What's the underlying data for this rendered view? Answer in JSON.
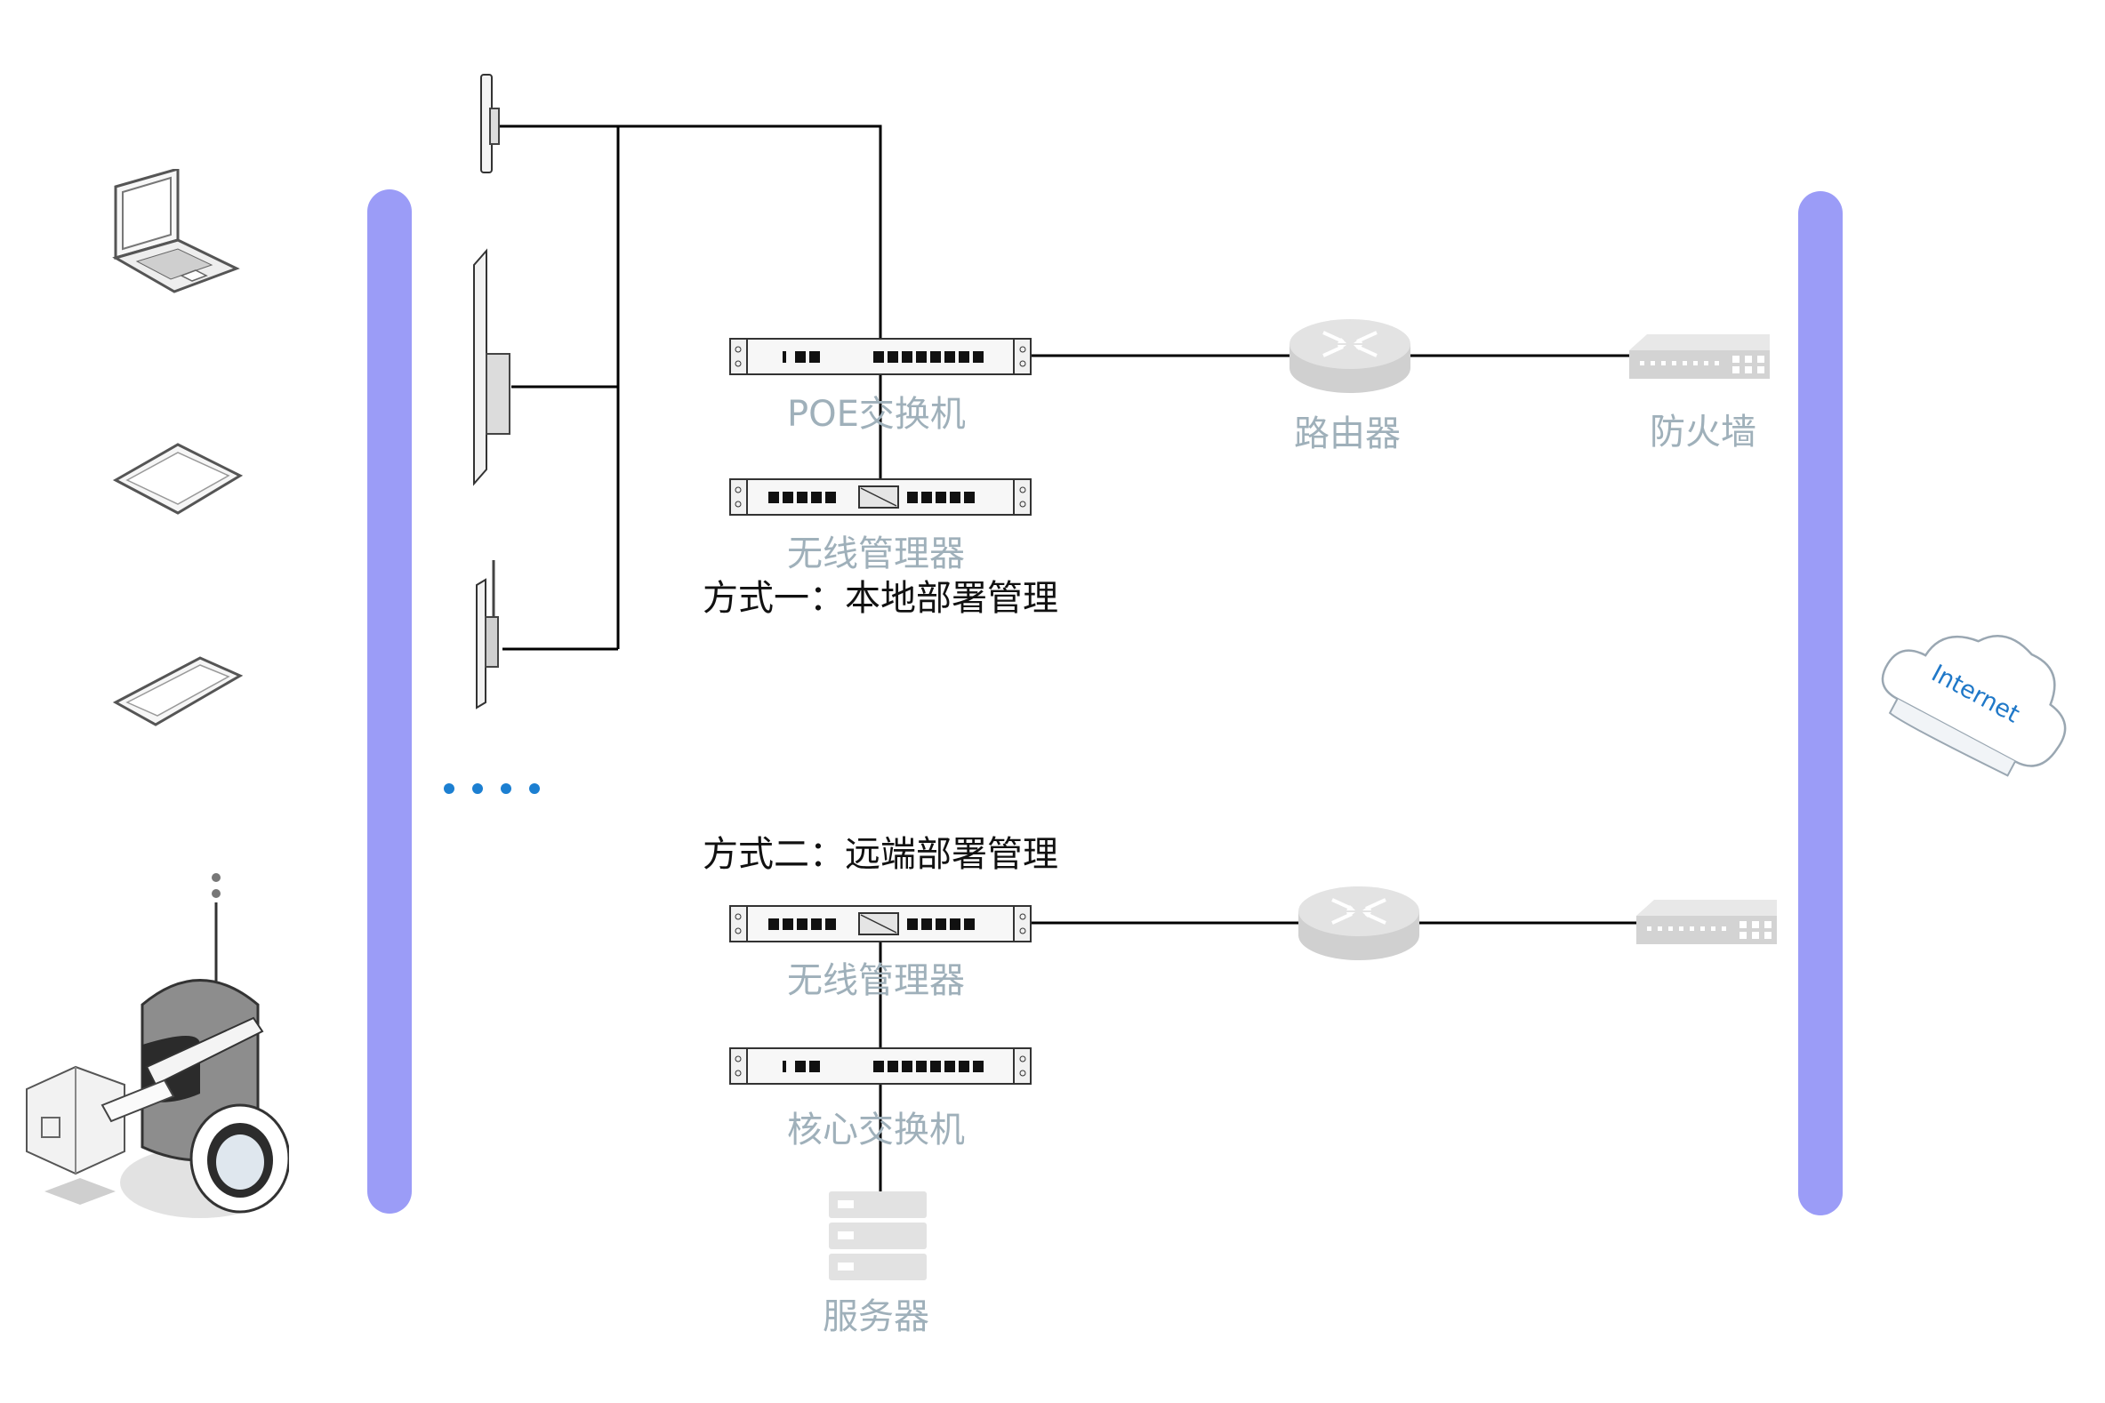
{
  "methods": {
    "local_title": "方式一：本地部署管理",
    "remote_title": "方式二：远端部署管理"
  },
  "labels": {
    "poe_switch": "POE交换机",
    "wireless_controller_local": "无线管理器",
    "router": "路由器",
    "firewall": "防火墙",
    "wireless_controller_remote": "无线管理器",
    "core_switch": "核心交换机",
    "server": "服务器"
  },
  "cloud": {
    "text": "Internet"
  },
  "colors": {
    "bar": "#9b9cf7",
    "label": "#9fb0ba",
    "dots": "#1c7fd1",
    "cloud_text": "#1f78c8",
    "line": "#000000"
  },
  "icons": {
    "clients": [
      "laptop-icon",
      "tablet-icon",
      "phone-icon",
      "robot-icon"
    ],
    "access_points": [
      "ceiling-ap-icon",
      "panel-ap-icon",
      "antenna-ap-icon"
    ],
    "ellipsis": "more-dots-icon"
  }
}
